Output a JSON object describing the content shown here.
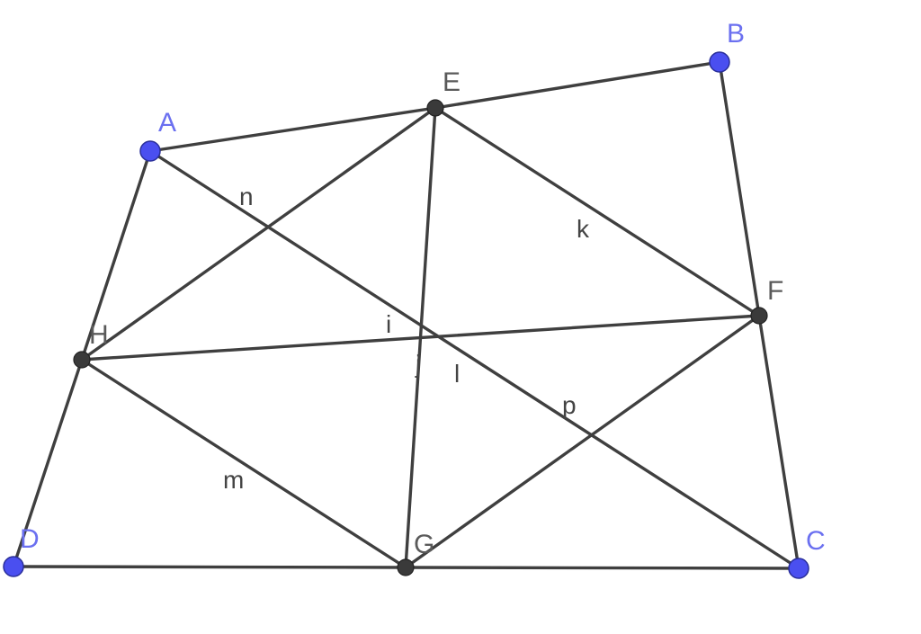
{
  "diagram": {
    "points": {
      "A": {
        "label": "A",
        "kind": "free"
      },
      "B": {
        "label": "B",
        "kind": "free"
      },
      "C": {
        "label": "C",
        "kind": "free"
      },
      "D": {
        "label": "D",
        "kind": "free"
      },
      "E": {
        "label": "E",
        "kind": "dependent"
      },
      "F": {
        "label": "F",
        "kind": "dependent"
      },
      "G": {
        "label": "G",
        "kind": "dependent"
      },
      "H": {
        "label": "H",
        "kind": "dependent"
      }
    },
    "segment_labels": {
      "n": "n",
      "k": "k",
      "i": "i",
      "j": "j",
      "l": "l",
      "p": "p",
      "m": "m"
    },
    "colors": {
      "free_point": "#4a4ff0",
      "free_label": "#6b70f0",
      "dependent_point": "#3a3a3a",
      "segment": "#3f3f3f"
    }
  }
}
